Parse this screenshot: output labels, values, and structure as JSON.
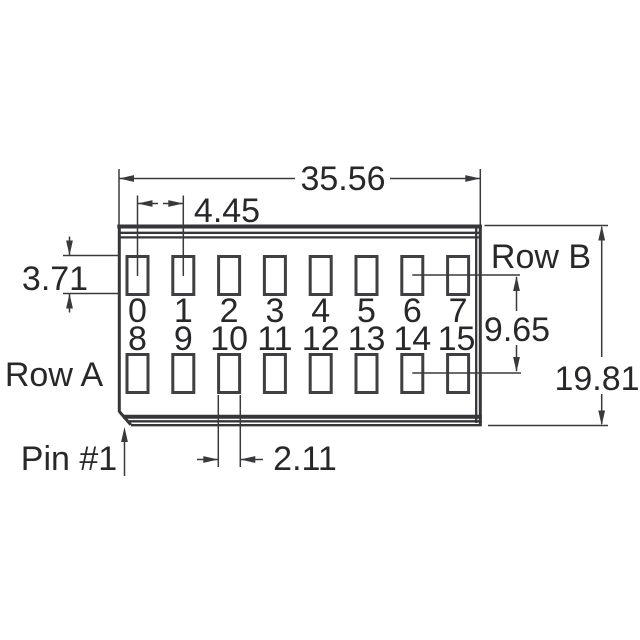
{
  "drawing": {
    "type": "mechanical-dimension-drawing",
    "units_implied": "mm",
    "dimensions": {
      "overall_width": "35.56",
      "pin_pitch": "4.45",
      "pad_height": "3.71",
      "row_spacing": "9.65",
      "overall_height": "19.81",
      "pad_width": "2.11"
    },
    "labels": {
      "row_a": "Row A",
      "row_b": "Row B",
      "pin_one": "Pin #1"
    },
    "pins": {
      "row_b_numbers": [
        "0",
        "1",
        "2",
        "3",
        "4",
        "5",
        "6",
        "7"
      ],
      "row_a_numbers": [
        "8",
        "9",
        "10",
        "11",
        "12",
        "13",
        "14",
        "15"
      ]
    },
    "colors": {
      "background": "#ffffff",
      "line": "#363638",
      "text": "#28282a"
    }
  }
}
